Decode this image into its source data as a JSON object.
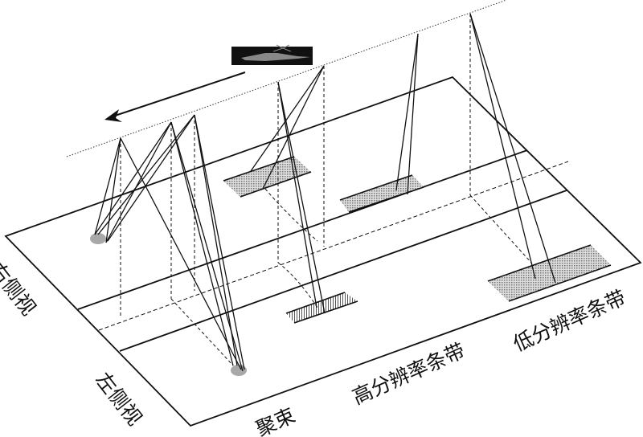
{
  "labels": {
    "right_side_view": "右侧视",
    "left_side_view": "左侧视",
    "spotlight": "聚束",
    "high_res_strip": "高分辨率条带",
    "low_res_strip": "低分辨率条带"
  },
  "icons": {
    "aircraft": "aircraft-icon",
    "flight_direction": "arrow-left-icon"
  },
  "colors": {
    "line": "#111111",
    "patch": "#b0b0b0",
    "target": "#a8a8a8"
  }
}
